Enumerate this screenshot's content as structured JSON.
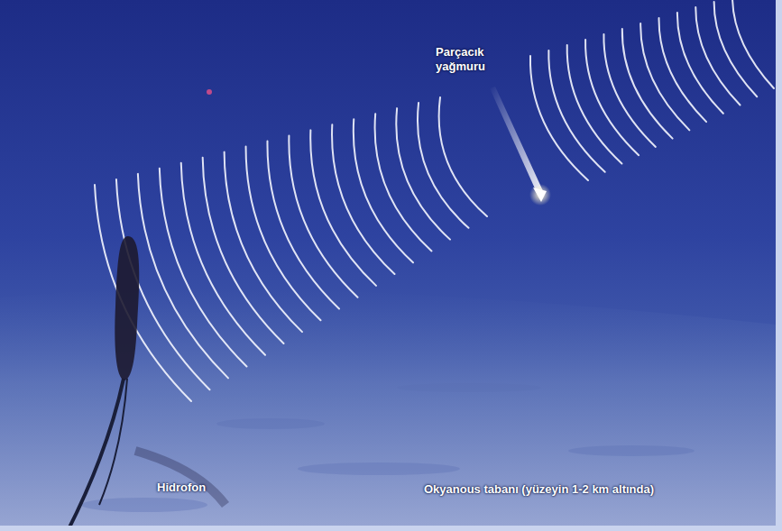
{
  "diagram": {
    "labels": [
      "Parçacık yağmuru",
      "Hidrofon",
      "Okyanous tabanı (yüzeyin 1-2 km altında)"
    ]
  }
}
